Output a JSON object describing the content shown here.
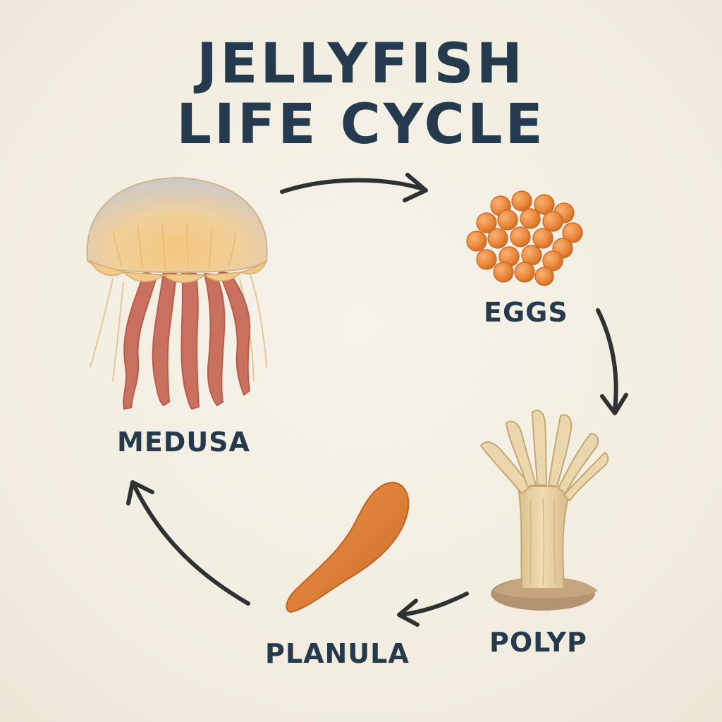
{
  "title": {
    "line1": "JELLYFISH",
    "line2": "LIFE CYCLE"
  },
  "stages": {
    "medusa": "MEDUSA",
    "eggs": "EGGS",
    "polyp": "POLYP",
    "planula": "PLANULA"
  },
  "colors": {
    "title": "#253a4c",
    "arrow": "#2f3233",
    "background": "#f3efe4",
    "medusa_bell": "#f0c98e",
    "medusa_tentacles": "#c96f5f",
    "eggs": "#ee8a3e",
    "polyp": "#e8d2a8",
    "planula": "#de7d35"
  }
}
